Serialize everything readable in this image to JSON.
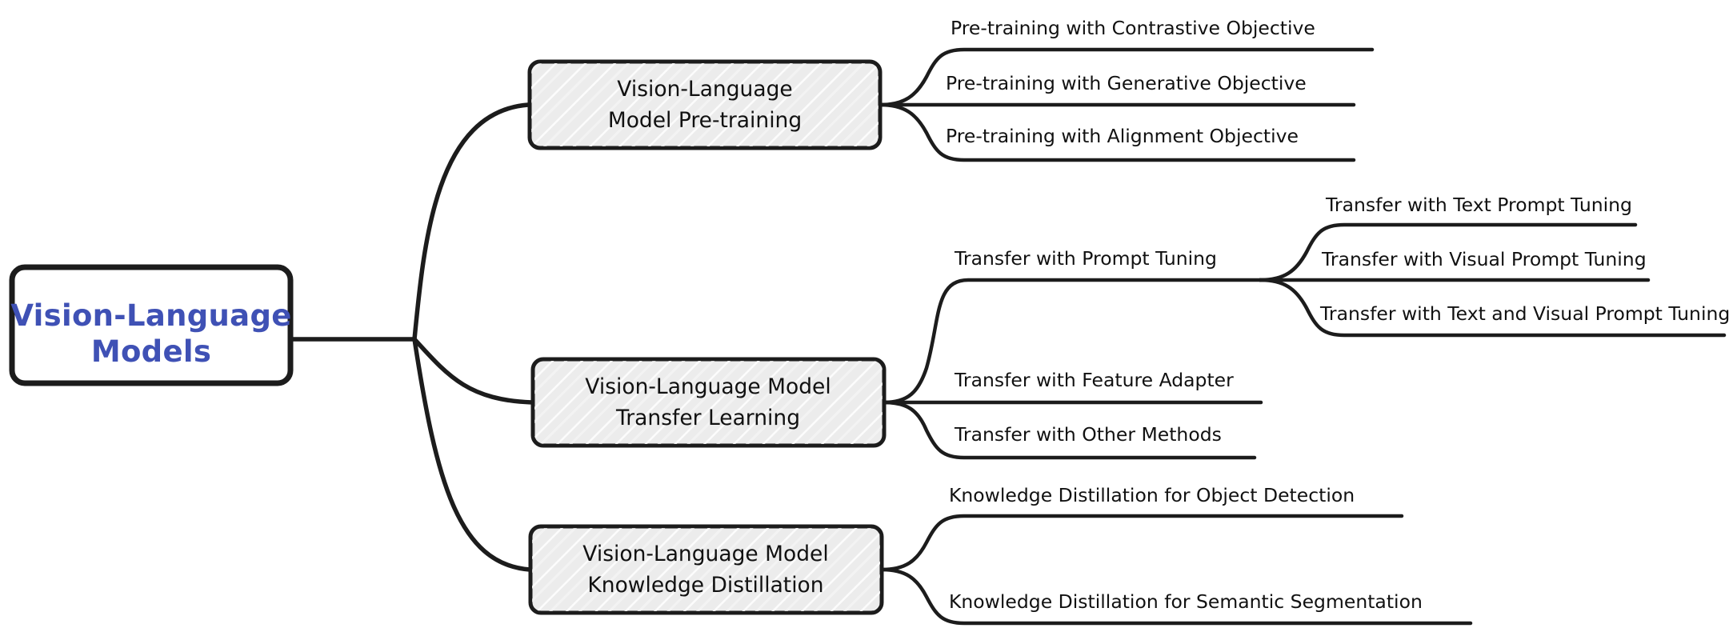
{
  "diagram": {
    "type": "mindmap",
    "title": "Vision-Language Models",
    "orientation": "left-to-right",
    "background_color": "#ffffff",
    "root_text_color": "#3f51b5",
    "branch_fill_color": "#ececec",
    "stroke_color": "#1c1c1c"
  },
  "root": {
    "line1": "Vision-Language",
    "line2": "Models"
  },
  "branches": [
    {
      "id": "pretraining",
      "line1": "Vision-Language",
      "line2": "Model Pre-training",
      "leaves": [
        {
          "label": "Pre-training with Contrastive Objective"
        },
        {
          "label": "Pre-training with Generative Objective"
        },
        {
          "label": "Pre-training with Alignment Objective"
        }
      ]
    },
    {
      "id": "transfer-learning",
      "line1": "Vision-Language Model",
      "line2": "Transfer Learning",
      "leaves": [
        {
          "label": "Transfer with Prompt Tuning",
          "children": [
            {
              "label": "Transfer with Text Prompt Tuning"
            },
            {
              "label": "Transfer with Visual Prompt Tuning"
            },
            {
              "label": "Transfer with Text and Visual Prompt Tuning"
            }
          ]
        },
        {
          "label": "Transfer with Feature Adapter"
        },
        {
          "label": "Transfer with Other Methods"
        }
      ]
    },
    {
      "id": "knowledge-distillation",
      "line1": "Vision-Language Model",
      "line2": "Knowledge Distillation",
      "leaves": [
        {
          "label": "Knowledge Distillation for Object Detection"
        },
        {
          "label": "Knowledge Distillation for Semantic Segmentation"
        }
      ]
    }
  ]
}
